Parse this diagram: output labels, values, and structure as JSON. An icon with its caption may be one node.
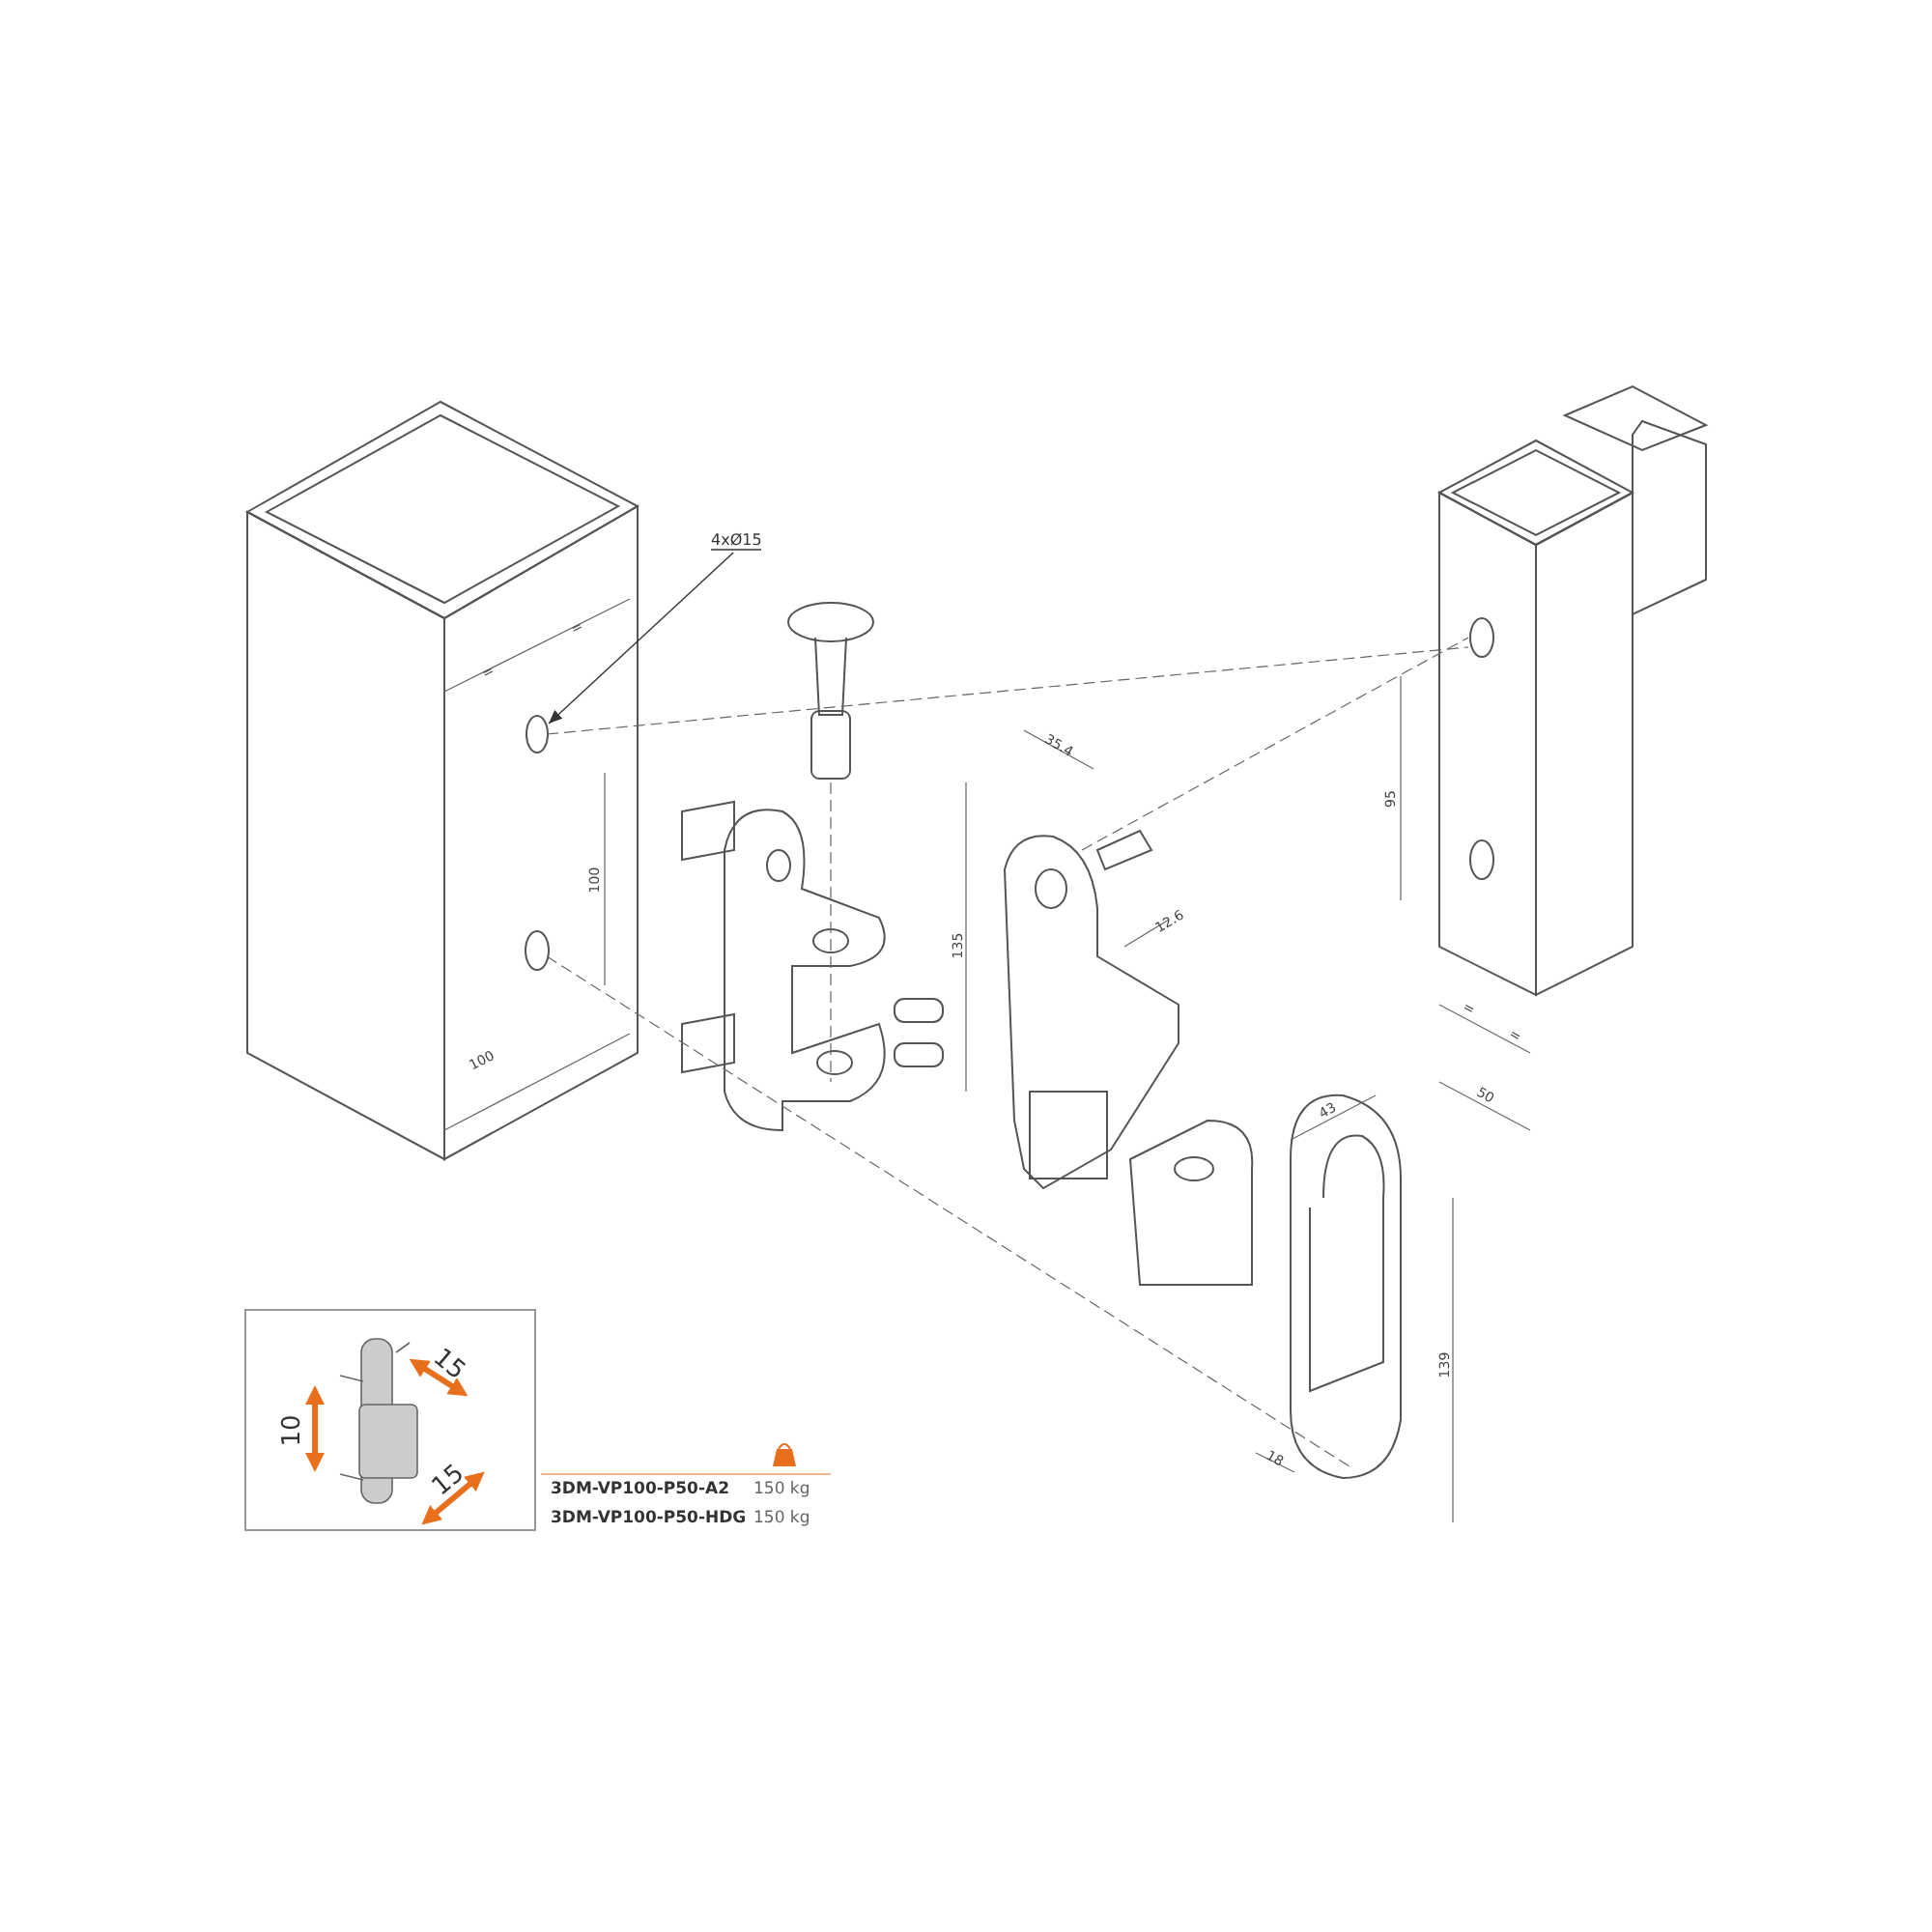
{
  "diagram": {
    "nodes": [
      {
        "text": [
          "4xØ15"
        ]
      },
      {
        "text": [],
        "shape": "circle"
      }
    ],
    "edges": [
      {
        "from": 0,
        "to": 1,
        "arrow": "to"
      }
    ],
    "labels": [
      "=",
      "=",
      "100",
      "100",
      "35.4",
      "12.6",
      "135",
      "95",
      "=",
      "=",
      "50",
      "43",
      "139",
      "18",
      "15",
      "10",
      "15",
      "3DM-VP100-P50-A2",
      "150 kg",
      "3DM-VP100-P50-HDG",
      "150 kg"
    ]
  }
}
